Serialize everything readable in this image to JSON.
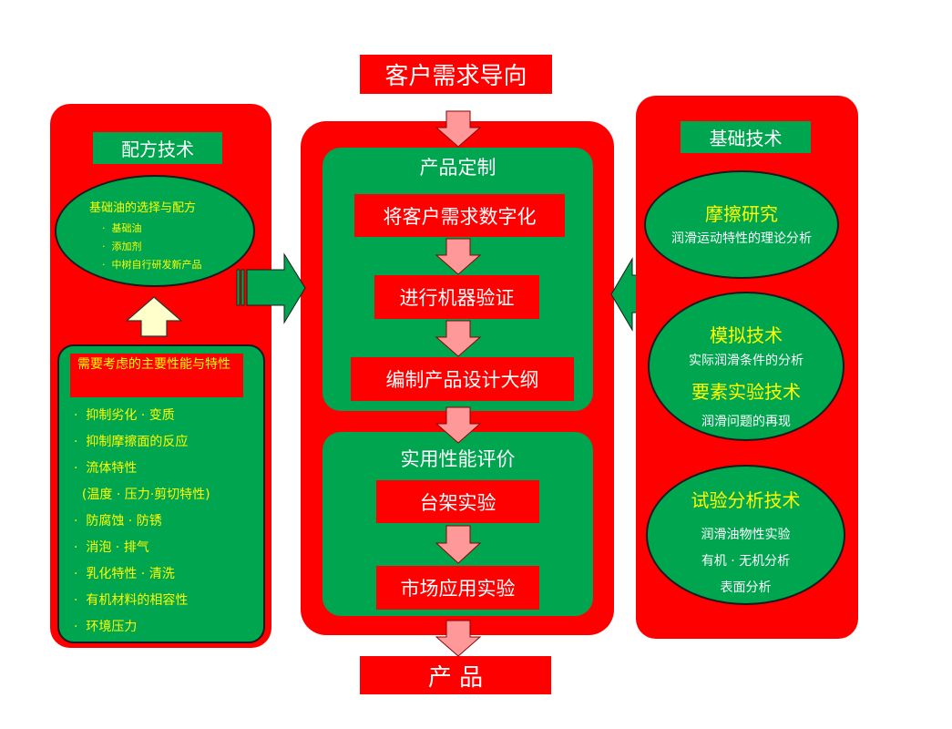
{
  "top_title": "客户需求导向",
  "bottom_title": "产 品",
  "left_panel": {
    "title": "配方技术",
    "ellipse": {
      "heading": "基础油的选择与配方",
      "items": [
        "基础油",
        "添加剂",
        "中树自行研发新产品"
      ]
    },
    "box": {
      "heading": "需要考虑的主要性能与特性",
      "items": [
        "抑制劣化 · 变质",
        "抑制摩擦面的反应",
        "流体特性",
        "(温度 · 压力·剪切特性)",
        "防腐蚀 · 防锈",
        "消泡 · 排气",
        "乳化特性 · 清洗",
        "有机材料的相容性",
        "环境压力"
      ]
    }
  },
  "center_panel": {
    "section1": {
      "title": "产品定制",
      "steps": [
        "将客户需求数字化",
        "进行机器验证",
        "编制产品设计大纲"
      ]
    },
    "section2": {
      "title": "实用性能评价",
      "steps": [
        "台架实验",
        "市场应用实验"
      ]
    }
  },
  "right_panel": {
    "title": "基础技术",
    "ellipse1": {
      "heading": "摩擦研究",
      "sub": "润滑运动特性的理论分析"
    },
    "ellipse2": {
      "heading1": "模拟技术",
      "sub1": "实际润滑条件的分析",
      "heading2": "要素实验技术",
      "sub2": "润滑问题的再现"
    },
    "ellipse3": {
      "heading": "试验分析技术",
      "lines": [
        "润滑油物性实验",
        "有机 · 无机分析",
        "表面分析"
      ]
    }
  },
  "colors": {
    "red": "#ff0000",
    "green": "#00a550",
    "yellow": "#ffff00",
    "white": "#ffffff",
    "pink_arrow": "#ff9999"
  }
}
